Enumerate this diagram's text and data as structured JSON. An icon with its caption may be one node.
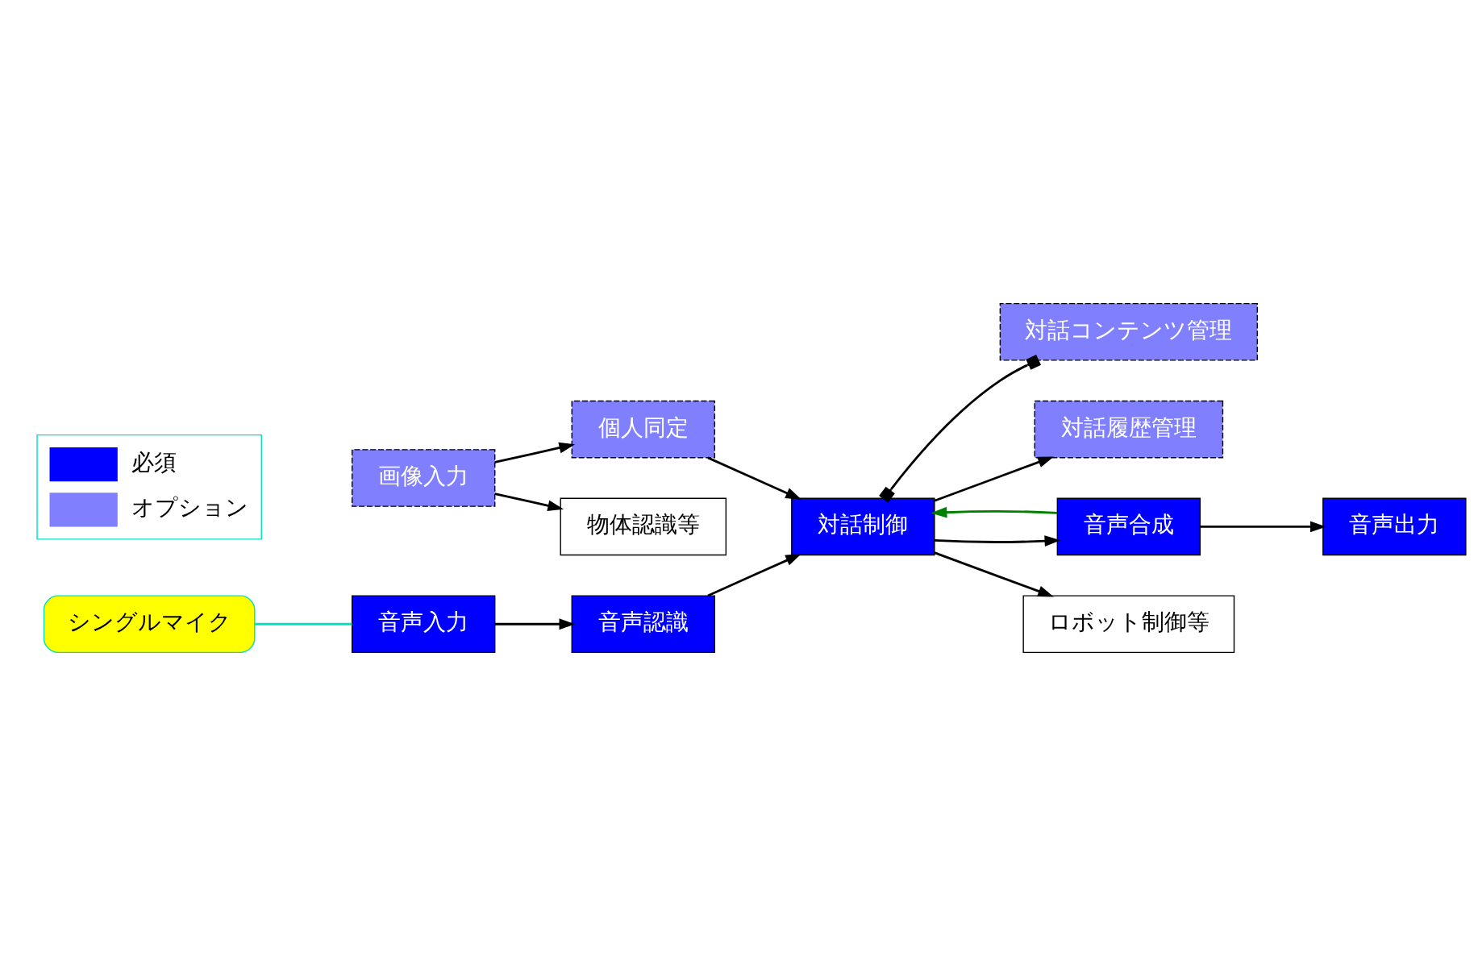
{
  "diagram": {
    "nodes": [
      {
        "text": [
          "音声入力"
        ]
      },
      {
        "text": [
          "音声認識"
        ]
      },
      {
        "text": [
          "対話制御"
        ]
      },
      {
        "text": [
          "対話コンテンツ管理"
        ]
      },
      {
        "text": [
          "対話履歴管理"
        ]
      },
      {
        "text": [
          "画像入力"
        ]
      },
      {
        "text": [
          "個人同定"
        ]
      },
      {
        "text": [
          "音声合成"
        ]
      },
      {
        "text": [
          "音声出力"
        ]
      },
      {
        "text": [
          "物体認識等"
        ]
      },
      {
        "text": [
          "ロボット制御等"
        ]
      },
      {
        "text": [
          "シングルマイク"
        ]
      }
    ],
    "edges": [
      {
        "from": 0,
        "to": 1,
        "arrow": "to"
      },
      {
        "from": 1,
        "to": 2,
        "arrow": "to"
      },
      {
        "from": 2,
        "to": 3,
        "arrow": "other"
      },
      {
        "from": 2,
        "to": 4,
        "arrow": "to"
      },
      {
        "from": 5,
        "to": 6,
        "arrow": "to"
      },
      {
        "from": 5,
        "to": 9,
        "arrow": "to"
      },
      {
        "from": 6,
        "to": 2,
        "arrow": "to"
      },
      {
        "from": 2,
        "to": 7,
        "arrow": "to"
      },
      {
        "from": 7,
        "to": 2,
        "arrow": "to",
        "color": "#008000"
      },
      {
        "from": 7,
        "to": 8,
        "arrow": "to"
      },
      {
        "from": 2,
        "to": 10,
        "arrow": "to"
      },
      {
        "from": 11,
        "to": 0,
        "arrow": "none",
        "color": "#00e0c0"
      }
    ],
    "legend": [
      {
        "text": "必須",
        "color": "#0000ff"
      },
      {
        "text": "オプション",
        "color": "#8080ff"
      }
    ]
  }
}
